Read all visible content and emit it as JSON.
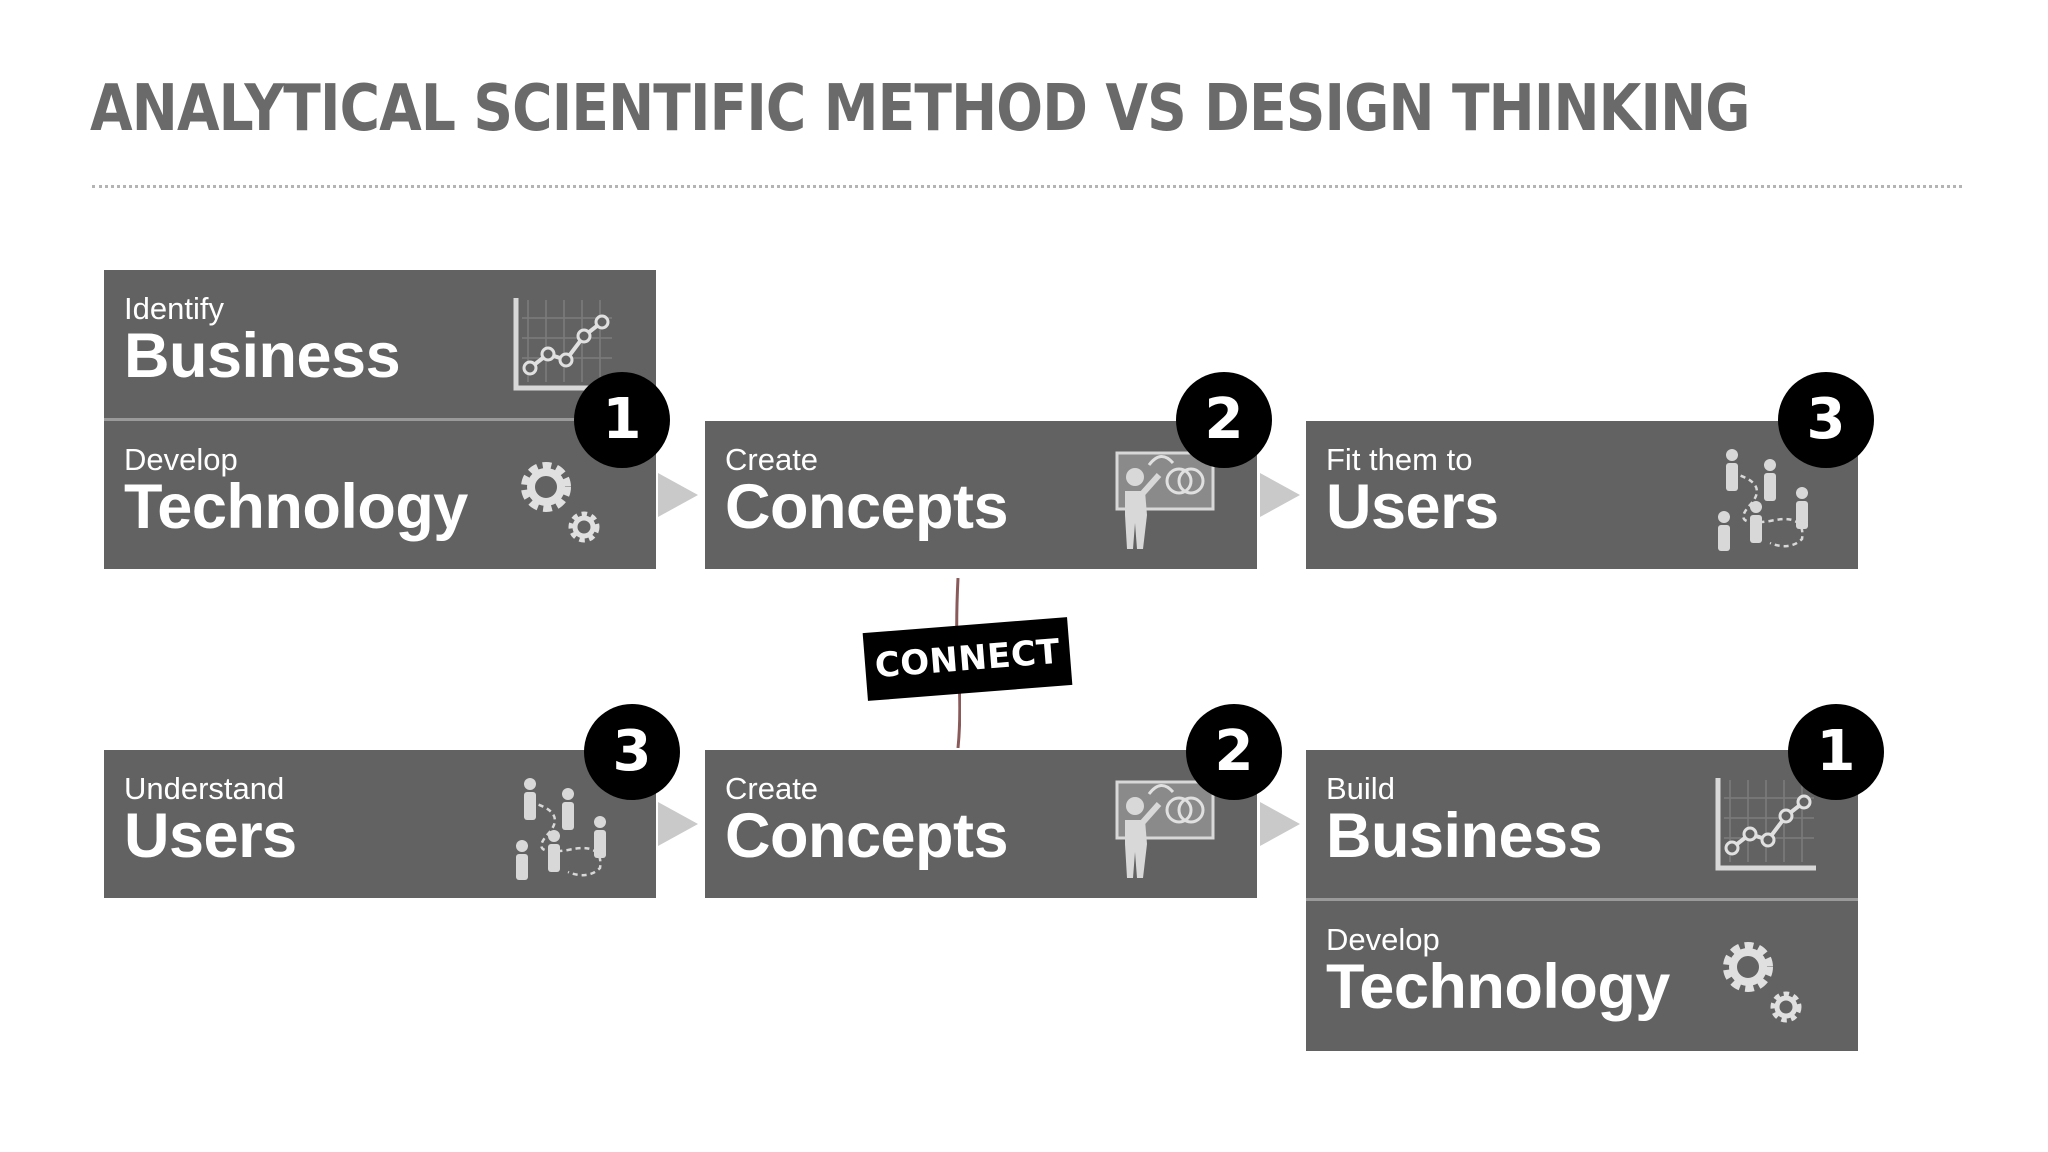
{
  "slide": {
    "title": "ANALYTICAL SCIENTIFIC METHOD VS DESIGN THINKING"
  },
  "top_row": {
    "step1_business": {
      "small": "Identify",
      "big": "Business",
      "icon": "chart-icon"
    },
    "step1_technology": {
      "small": "Develop",
      "big": "Technology",
      "icon": "gears-icon"
    },
    "step1_badge": "1",
    "step2": {
      "small": "Create",
      "big": "Concepts",
      "icon": "presenter-icon",
      "badge": "2"
    },
    "step3": {
      "small": "Fit them to",
      "big": "Users",
      "icon": "users-journey-icon",
      "badge": "3"
    }
  },
  "connector": {
    "label": "CONNECT",
    "line_color": "#8a5a5a"
  },
  "bottom_row": {
    "step3": {
      "small": "Understand",
      "big": "Users",
      "icon": "users-journey-icon",
      "badge": "3"
    },
    "step2": {
      "small": "Create",
      "big": "Concepts",
      "icon": "presenter-icon",
      "badge": "2"
    },
    "step1_business": {
      "small": "Build",
      "big": "Business",
      "icon": "chart-icon"
    },
    "step1_technology": {
      "small": "Develop",
      "big": "Technology",
      "icon": "gears-icon"
    },
    "step1_badge": "1"
  },
  "colors": {
    "box": "#626262",
    "badge": "#000000",
    "title": "#6a6a6a",
    "arrow": "#c9c9c9"
  }
}
